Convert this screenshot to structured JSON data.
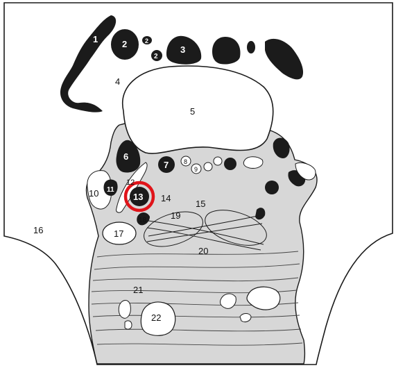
{
  "figure": {
    "colors": {
      "tissue_fill": "#d7d7d7",
      "outline": "#1a1a1a",
      "dark_structure": "#1b1b1b",
      "highlight": "#e0141a",
      "paper": "#ffffff"
    },
    "labels": {
      "l1": "1",
      "l2a": "2",
      "l2b": "2",
      "l2c": "2",
      "l3": "3",
      "l4": "4",
      "l5": "5",
      "l6": "6",
      "l7": "7",
      "l8": "8",
      "l9": "9",
      "l10": "10",
      "l11": "11",
      "l12": "12",
      "l13": "13",
      "l14": "14",
      "l15": "15",
      "l16": "16",
      "l17": "17",
      "l18": "18",
      "l19": "19",
      "l20": "20",
      "l21": "21",
      "l22": "22"
    },
    "highlighted_label": "13"
  }
}
